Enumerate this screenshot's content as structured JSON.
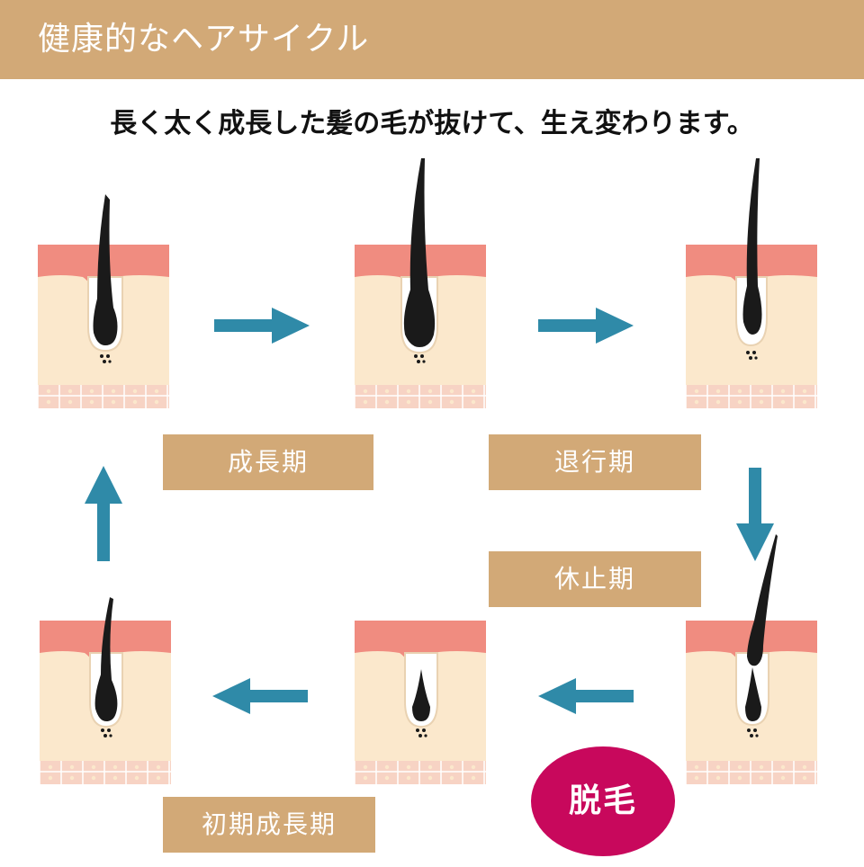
{
  "header": {
    "title": "健康的なヘアサイクル"
  },
  "subtitle": "長く太く成長した髪の毛が抜けて、生え変わります。",
  "stages": {
    "growth": "成長期",
    "regression": "退行期",
    "rest": "休止期",
    "early_growth": "初期成長期"
  },
  "badge": {
    "shedding": "脱毛"
  },
  "colors": {
    "header": "#d2a977",
    "label_bg": "#d2a977",
    "skin_surface": "#f08c80",
    "dermis": "#fbe8cc",
    "subcutaneous": "#f7d3c4",
    "hair": "#1a1a1a",
    "arrow": "#2f8aa8",
    "badge": "#c8085c"
  }
}
